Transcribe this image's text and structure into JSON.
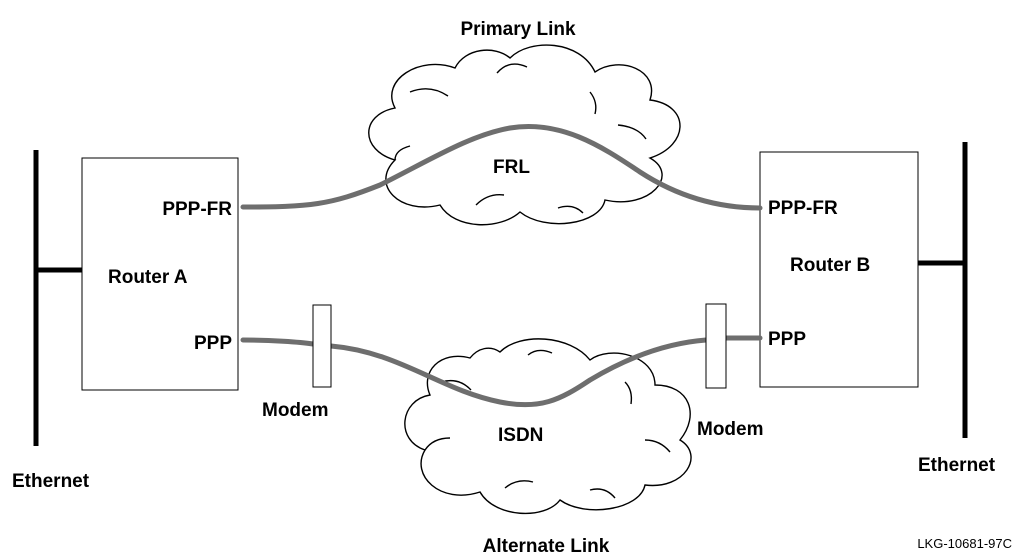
{
  "title_top": "Primary Link",
  "title_bottom": "Alternate Link",
  "figure_id": "LKG-10681-97C",
  "clouds": {
    "primary": "FRL",
    "alternate": "ISDN"
  },
  "router_a": {
    "name": "Router A",
    "port_top": "PPP-FR",
    "port_bottom": "PPP",
    "modem": "Modem",
    "network": "Ethernet"
  },
  "router_b": {
    "name": "Router B",
    "port_top": "PPP-FR",
    "port_bottom": "PPP",
    "modem": "Modem",
    "network": "Ethernet"
  }
}
